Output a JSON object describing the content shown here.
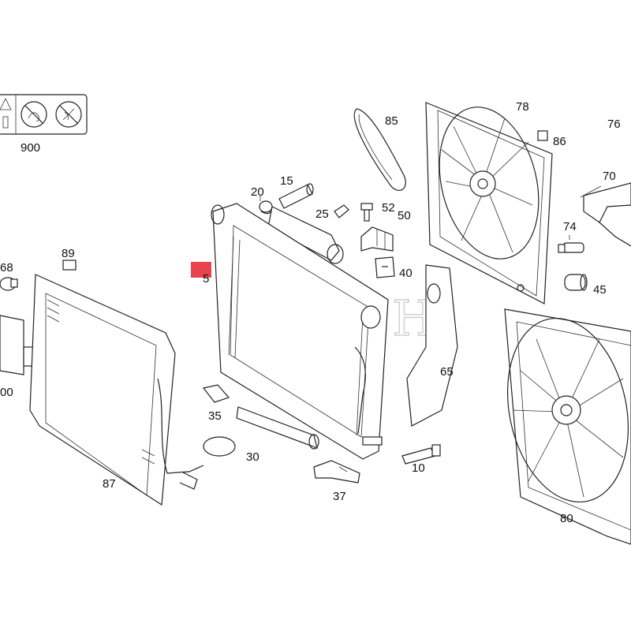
{
  "diagram": {
    "watermark": "BOBOH",
    "highlight_color": "#e8434f",
    "parts": [
      {
        "id": "p900",
        "label": "900"
      },
      {
        "id": "p85",
        "label": "85"
      },
      {
        "id": "p78",
        "label": "78"
      },
      {
        "id": "p76",
        "label": "76"
      },
      {
        "id": "p86",
        "label": "86"
      },
      {
        "id": "p70",
        "label": "70"
      },
      {
        "id": "p15",
        "label": "15"
      },
      {
        "id": "p20",
        "label": "20"
      },
      {
        "id": "p25",
        "label": "25"
      },
      {
        "id": "p52",
        "label": "52"
      },
      {
        "id": "p50",
        "label": "50"
      },
      {
        "id": "p74",
        "label": "74"
      },
      {
        "id": "p68",
        "label": "68"
      },
      {
        "id": "p89",
        "label": "89"
      },
      {
        "id": "p5",
        "label": "5"
      },
      {
        "id": "p40",
        "label": "40"
      },
      {
        "id": "p45",
        "label": "45"
      },
      {
        "id": "p00",
        "label": "00"
      },
      {
        "id": "p65",
        "label": "65"
      },
      {
        "id": "p35",
        "label": "35"
      },
      {
        "id": "p30",
        "label": "30"
      },
      {
        "id": "p10",
        "label": "10"
      },
      {
        "id": "p87",
        "label": "87"
      },
      {
        "id": "p37",
        "label": "37"
      },
      {
        "id": "p80",
        "label": "80"
      }
    ]
  }
}
